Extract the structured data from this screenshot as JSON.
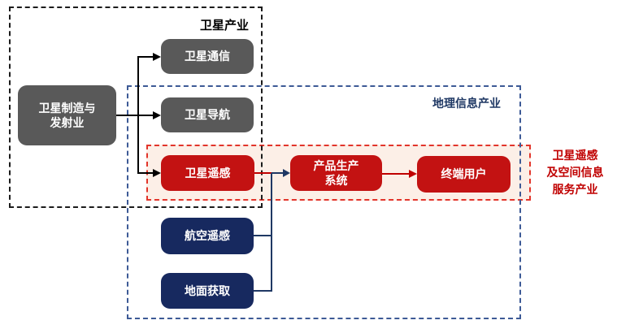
{
  "diagram": {
    "groups": {
      "satellite_industry": {
        "label": "卫星产业",
        "border_color": "#1c1c1c"
      },
      "geo_info_industry": {
        "label": "地理信息产业",
        "border_color": "#3d5a96",
        "label_color": "#1f3864"
      },
      "rs_service_industry": {
        "label": "卫星遥感\n及空间信息\n服务产业",
        "border_color": "#e2352b",
        "fill_color": "#fcefe7",
        "label_color": "#c00000"
      }
    },
    "nodes": {
      "mfg": {
        "label": "卫星制造与\n发射业",
        "color": "#595959"
      },
      "comm": {
        "label": "卫星通信",
        "color": "#595959"
      },
      "nav": {
        "label": "卫星导航",
        "color": "#595959"
      },
      "rs": {
        "label": "卫星遥感",
        "color": "#c31212"
      },
      "prod": {
        "label": "产品生产\n系统",
        "color": "#c31212"
      },
      "user": {
        "label": "终端用户",
        "color": "#c31212"
      },
      "aero": {
        "label": "航空遥感",
        "color": "#17295f"
      },
      "ground": {
        "label": "地面获取",
        "color": "#17295f"
      }
    },
    "edges": [
      {
        "from": "卫星制造与发射业",
        "to": "卫星通信",
        "color": "#000000"
      },
      {
        "from": "卫星制造与发射业",
        "to": "卫星导航",
        "color": "#000000"
      },
      {
        "from": "卫星制造与发射业",
        "to": "卫星遥感",
        "color": "#000000"
      },
      {
        "from": "卫星遥感",
        "to": "产品生产系统",
        "color": "#c00000"
      },
      {
        "from": "航空遥感",
        "to": "产品生产系统",
        "color": "#1f3864"
      },
      {
        "from": "地面获取",
        "to": "产品生产系统",
        "color": "#1f3864"
      },
      {
        "from": "产品生产系统",
        "to": "终端用户",
        "color": "#c00000"
      }
    ],
    "colors": {
      "node_gray": "#595959",
      "node_red": "#c31212",
      "node_navy": "#17295f",
      "text_on_node": "#ffffff",
      "background": "#ffffff"
    }
  }
}
